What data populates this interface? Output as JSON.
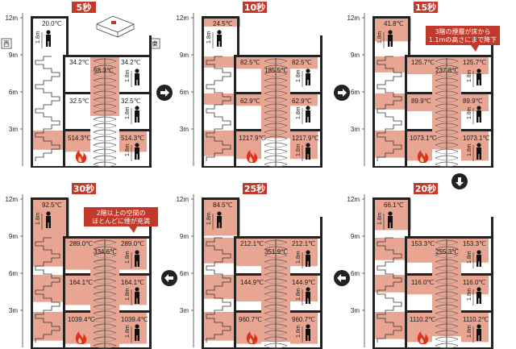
{
  "axis_labels": [
    "12m",
    "9m",
    "6m",
    "3m"
  ],
  "directions": {
    "west": "西",
    "east": "東"
  },
  "height_marker": "1.8m",
  "panels": [
    {
      "time": "5秒",
      "temps": {
        "top": "20.0℃",
        "left9": "34.2℃",
        "stair9": "68.3℃",
        "right9": "34.2℃",
        "left6": "32.5℃",
        "right6": "32.5℃",
        "left3": "514.3℃",
        "right3": "514.3℃"
      },
      "note": "",
      "smoke": {
        "fl4": 0.0,
        "stair": 0.55,
        "fl3": 0.0,
        "fl2": 0.0,
        "fl1": 0.6
      }
    },
    {
      "time": "10秒",
      "temps": {
        "top": "24.5℃",
        "left9": "82.5℃",
        "stair9": "185.5℃",
        "right9": "82.5℃",
        "left6": "62.9℃",
        "right6": "62.9℃",
        "left3": "1217.9℃",
        "right3": "1217.9℃"
      },
      "note": "",
      "smoke": {
        "fl4": 0.15,
        "stair": 0.75,
        "fl3": 0.35,
        "fl2": 0.35,
        "fl1": 0.8
      }
    },
    {
      "time": "15秒",
      "temps": {
        "top": "41.8℃",
        "left9": "125.7℃",
        "stair9": "237.8℃",
        "right9": "125.7℃",
        "left6": "89.9℃",
        "right6": "89.9℃",
        "left3": "1073.1℃",
        "right3": "1073.1℃"
      },
      "note": "3階の煙層が床から 1.1mの高さにまで降下",
      "note_lines": [
        "3階の煙層が床から",
        "1.1mの高さにまで降下"
      ],
      "smoke": {
        "fl4": 0.55,
        "stair": 0.85,
        "fl3": 0.5,
        "fl2": 0.5,
        "fl1": 0.85
      }
    },
    {
      "time": "30秒",
      "temps": {
        "top": "92.5℃",
        "left9": "289.0℃",
        "stair9": "334.6℃",
        "right9": "289.0℃",
        "left6": "164.1℃",
        "right6": "164.1℃",
        "left3": "1039.4℃",
        "right3": "1039.4℃"
      },
      "note": "2階以上の空間の ほとんどに煙が充満",
      "note_lines": [
        "2階以上の空間の",
        "ほとんどに煙が充満"
      ],
      "smoke": {
        "fl4": 1.0,
        "stair": 1.0,
        "fl3": 0.9,
        "fl2": 0.85,
        "fl1": 0.9
      }
    },
    {
      "time": "25秒",
      "temps": {
        "top": "84.5℃",
        "left9": "212.1℃",
        "stair9": "351.9℃",
        "right9": "212.1℃",
        "left6": "144.9℃",
        "right6": "144.9℃",
        "left3": "960.7℃",
        "right3": "960.7℃"
      },
      "note": "",
      "smoke": {
        "fl4": 0.9,
        "stair": 0.95,
        "fl3": 0.8,
        "fl2": 0.75,
        "fl1": 0.9
      }
    },
    {
      "time": "20秒",
      "temps": {
        "top": "66.1℃",
        "left9": "153.3℃",
        "stair9": "255.3℃",
        "right9": "153.3℃",
        "left6": "116.0℃",
        "right6": "116.0℃",
        "left3": "1110.2℃",
        "right3": "1110.2℃"
      },
      "note": "",
      "smoke": {
        "fl4": 0.75,
        "stair": 0.9,
        "fl3": 0.7,
        "fl2": 0.55,
        "fl1": 0.85
      }
    }
  ],
  "flow_arrows": [
    "right",
    "right",
    "down",
    "left",
    "left"
  ],
  "colors": {
    "title_bg": "#c0392b",
    "smoke": "#e8a592",
    "note_bg": "#c0392b",
    "arrow": "#222222",
    "fire": "#e0301e"
  },
  "icons": [
    "person-icon",
    "fire-icon",
    "building-isometric-icon",
    "arrow-right-icon",
    "arrow-down-icon",
    "arrow-left-icon"
  ]
}
